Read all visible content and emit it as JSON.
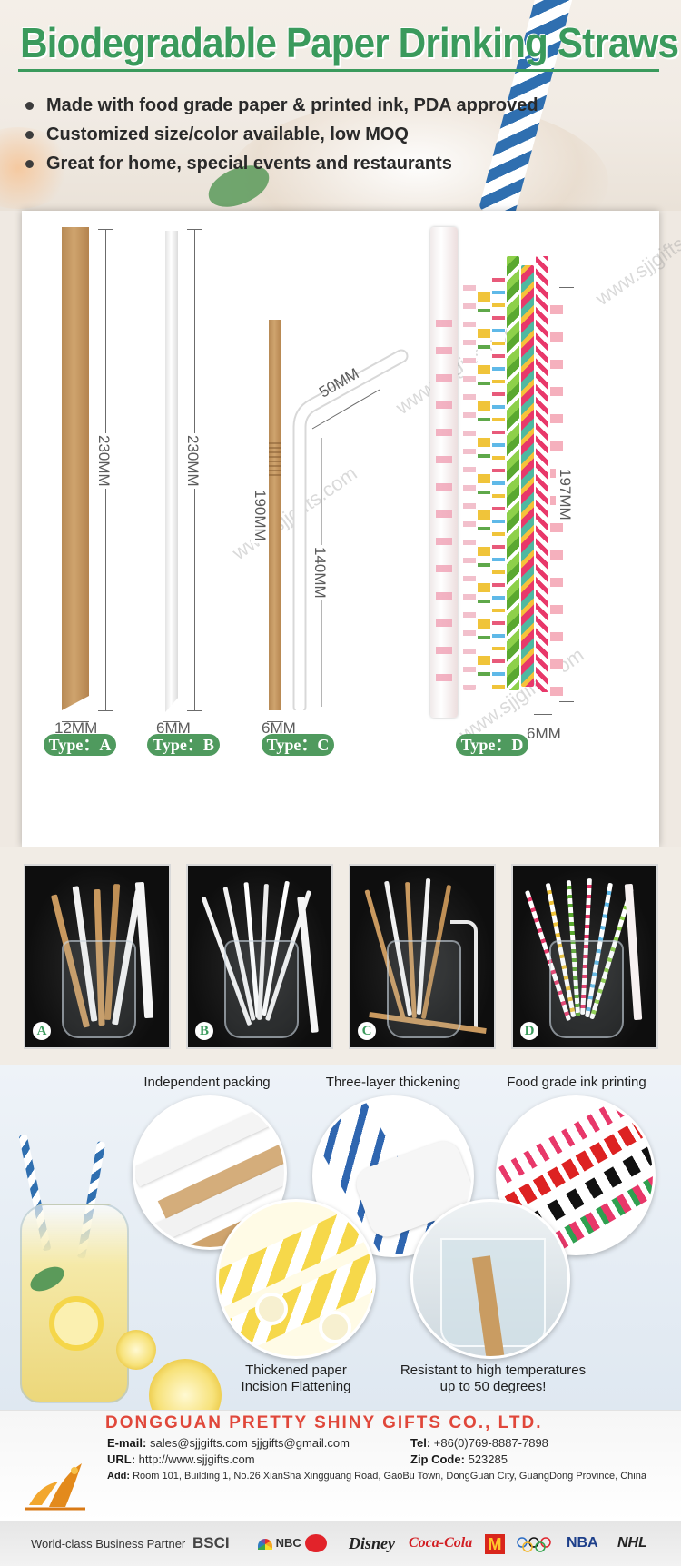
{
  "header": {
    "title": "Biodegradable Paper Drinking Straws",
    "bullets": [
      "Made with food grade paper & printed ink, PDA approved",
      "Customized size/color available, low MOQ",
      "Great for home, special events and restaurants"
    ]
  },
  "watermark": "www.sjjgifts.com",
  "size_panel": {
    "type_a": {
      "badge": "Type：A",
      "length": "230MM",
      "diameter": "12MM"
    },
    "type_b": {
      "badge": "Type：B",
      "length": "230MM",
      "diameter": "6MM"
    },
    "type_c": {
      "badge": "Type：C",
      "length": "190MM",
      "bend": "50MM",
      "straight": "140MM",
      "diameter": "6MM"
    },
    "type_d": {
      "badge": "Type：D",
      "length": "197MM",
      "diameter": "6MM"
    }
  },
  "photos": [
    "A",
    "B",
    "C",
    "D"
  ],
  "features": {
    "independent_packing": "Independent packing",
    "three_layer": "Three-layer thickening",
    "food_grade_ink": "Food grade ink printing",
    "thickened_paper_1": "Thickened paper",
    "thickened_paper_2": "Incision Flattening",
    "resistant_1": "Resistant to high temperatures",
    "resistant_2": "up to 50 degrees!"
  },
  "footer": {
    "company": "DONGGUAN PRETTY SHINY GIFTS CO., LTD.",
    "email_label": "E-mail:",
    "email_value": "sales@sjjgifts.com  sjjgifts@gmail.com",
    "tel_label": "Tel:",
    "tel_value": "+86(0)769-8887-7898",
    "url_label": "URL:",
    "url_value": "http://www.sjjgifts.com",
    "zip_label": "Zip Code:",
    "zip_value": "523285",
    "add_label": "Add:",
    "add_value": "Room 101, Building 1, No.26 XianSha Xingguang Road, GaoBu Town, DongGuan City, GuangDong Province, China",
    "partner_label": "World-class Business Partner",
    "brands": [
      "BSCI",
      "NBC",
      "Disney",
      "Coca-Cola",
      "NBA",
      "NHL"
    ]
  },
  "colors": {
    "title_green": "#3a9a5c",
    "badge_green": "#4f9a5e",
    "company_red": "#e0473a",
    "kraft": "#c49a62"
  }
}
